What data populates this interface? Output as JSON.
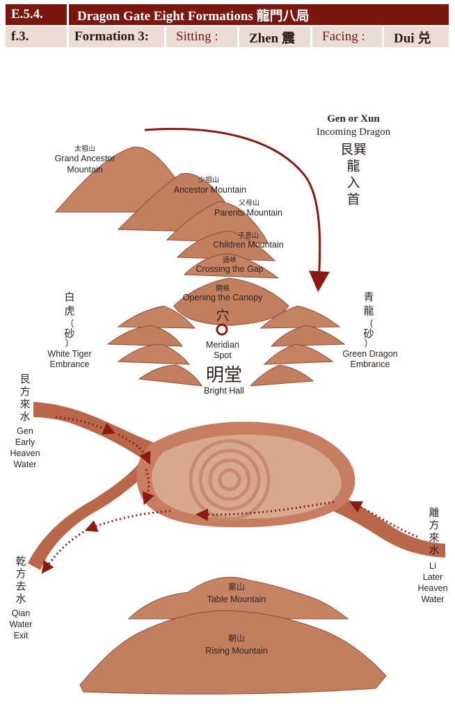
{
  "header": {
    "code": "E.5.4.",
    "title": "Dragon Gate Eight Formations 龍門八局",
    "sub_code": "f.3.",
    "formation": "Formation 3:",
    "sitting_label": "Sitting :",
    "sitting_value": "Zhen 震",
    "facing_label": "Facing :",
    "facing_value": "Dui 兑"
  },
  "incoming": {
    "title": "Gen or Xun",
    "subtitle": "Incoming Dragon",
    "chinese": [
      "艮巽",
      "龍",
      "入",
      "首"
    ]
  },
  "mountains": {
    "grand_ancestor_cn": "太祖山",
    "grand_ancestor": [
      "Grand Ancestor",
      "Mountain"
    ],
    "ancestor_cn": "少祖山",
    "ancestor": "Ancestor Mountain",
    "parents_cn": "父母山",
    "parents": "Parents Mountain",
    "children_cn": "子息山",
    "children": "Children Mountain",
    "crossing_cn": "過峽",
    "crossing": "Crossing the Gap",
    "canopy_cn": "開帳",
    "canopy": "Opening the Canopy",
    "spot_cn": "穴",
    "spot": [
      "Meridian",
      "Spot"
    ],
    "hall_cn": "明堂",
    "hall": "Bright Hall",
    "table_cn": "案山",
    "table": "Table Mountain",
    "rising_cn": "朝山",
    "rising": "Rising Mountain"
  },
  "embrance": {
    "tiger_cn": [
      "白",
      "虎",
      "（",
      "砂",
      "）"
    ],
    "tiger": [
      "White Tiger",
      "Embrance"
    ],
    "dragon_cn": [
      "青",
      "龍",
      "（",
      "砂",
      "）"
    ],
    "dragon": [
      "Green Dragon",
      "Embrance"
    ]
  },
  "water": {
    "gen_cn": [
      "艮",
      "方",
      "來",
      "水"
    ],
    "gen": [
      "Gen",
      "Early",
      "Heaven",
      "Water"
    ],
    "li_cn": [
      "離",
      "方",
      "來",
      "水"
    ],
    "li": [
      "Li",
      "Later",
      "Heaven",
      "Water"
    ],
    "qian_cn": [
      "乾",
      "方",
      "去",
      "水"
    ],
    "qian": [
      "Qian",
      "Water",
      "Exit"
    ]
  },
  "colors": {
    "header_dark": "#7a1810",
    "header_light": "#e9ddd6",
    "mountain": "#c58364",
    "mountain_dark": "#8f4c33",
    "river": "#b8674a",
    "lake": "#d8a88e",
    "arrow": "#8a1a12"
  }
}
